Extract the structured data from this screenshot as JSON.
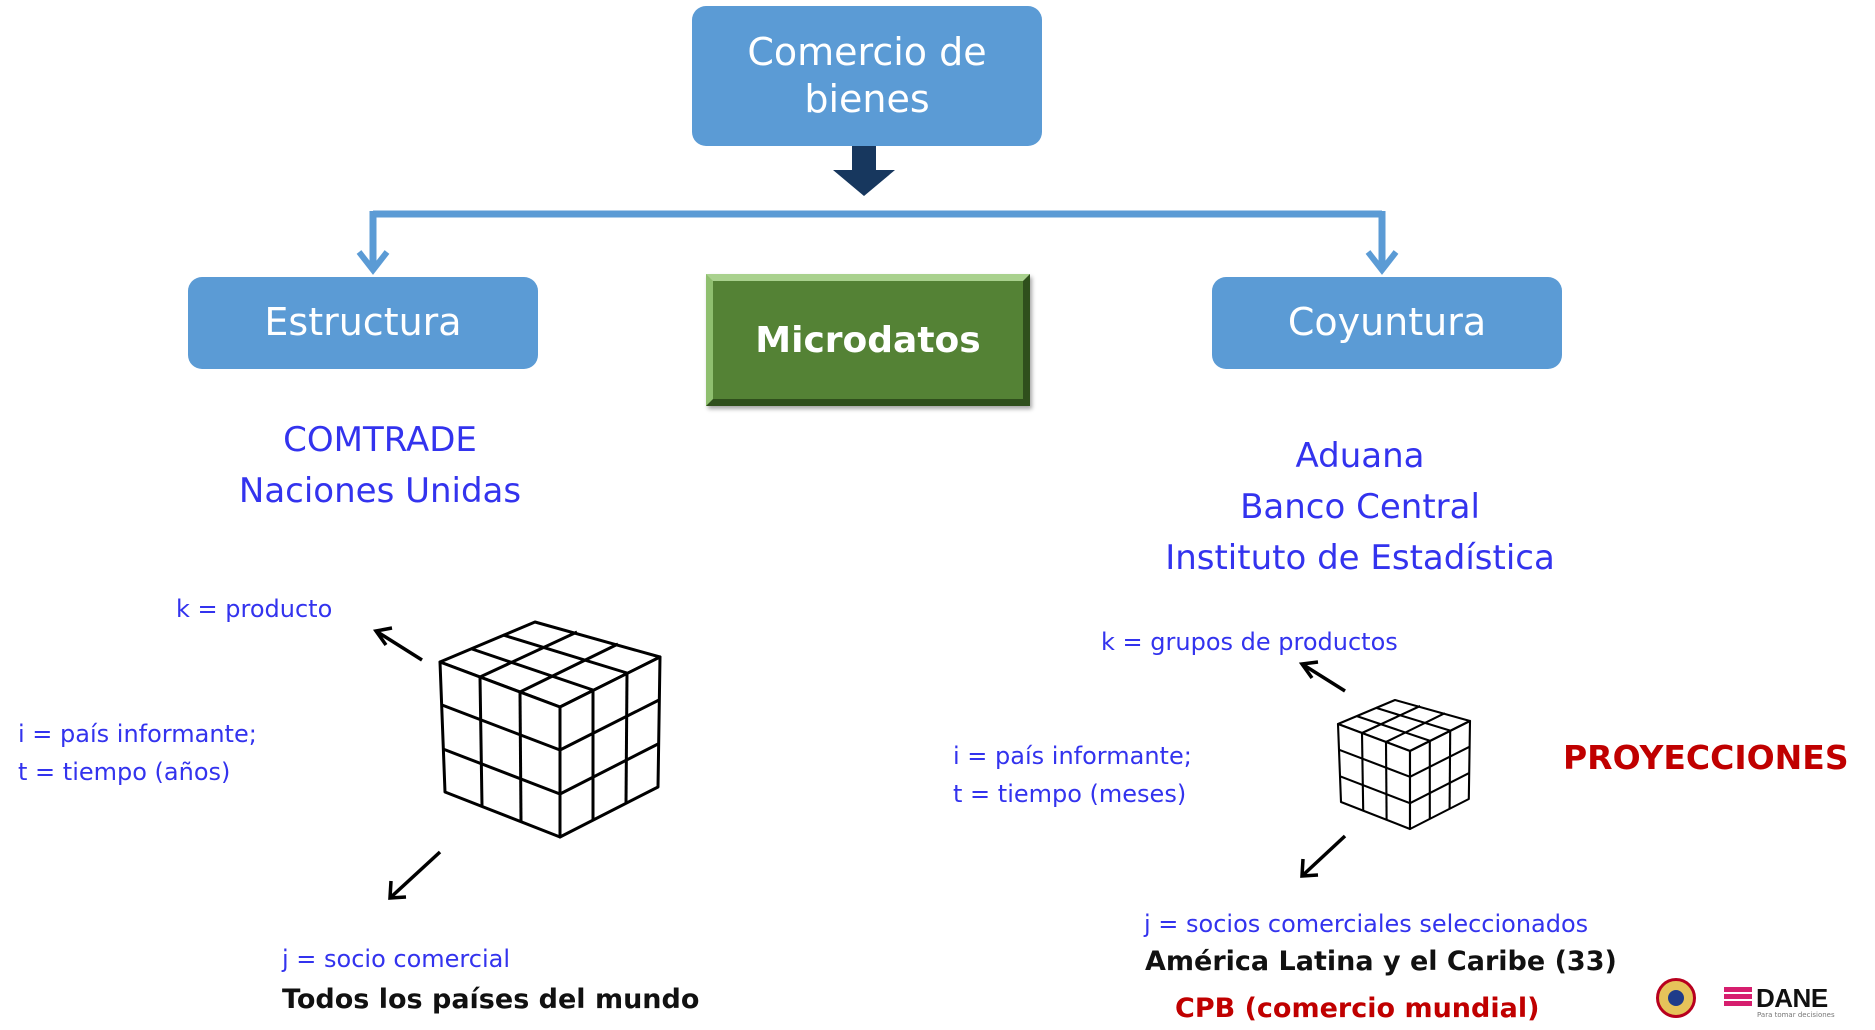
{
  "diagram": {
    "top_box": {
      "line1": "Comercio de",
      "line2": "bienes"
    },
    "left_box": "Estructura",
    "right_box": "Coyuntura",
    "center_box": "Microdatos"
  },
  "left": {
    "sources": [
      "COMTRADE",
      "Naciones Unidas"
    ],
    "k_label": "k = producto",
    "i_label": "i = país informante;",
    "t_label": "t = tiempo (años)",
    "j_label": "j = socio comercial",
    "j_bold": "Todos los países del mundo"
  },
  "right": {
    "sources": [
      "Aduana",
      "Banco Central",
      "Instituto de Estadística"
    ],
    "k_label": "k =  grupos de productos",
    "i_label": "i = país informante;",
    "t_label": "t = tiempo (meses)",
    "j_label": "j = socios comerciales seleccionados",
    "j_bold": "América Latina y el Caribe (33)",
    "j_red": "CPB (comercio mundial)",
    "projection": "PROYECCIONES"
  },
  "footer": {
    "logo_text": "DANE",
    "logo_tagline": "Para tomar decisiones"
  },
  "colors": {
    "box_blue": "#5b9bd5",
    "box_green": "#548235",
    "connector": "#5b9bd5",
    "down_arrow": "#17375e",
    "label_blue": "#3333ee",
    "highlight_red": "#c00000"
  }
}
